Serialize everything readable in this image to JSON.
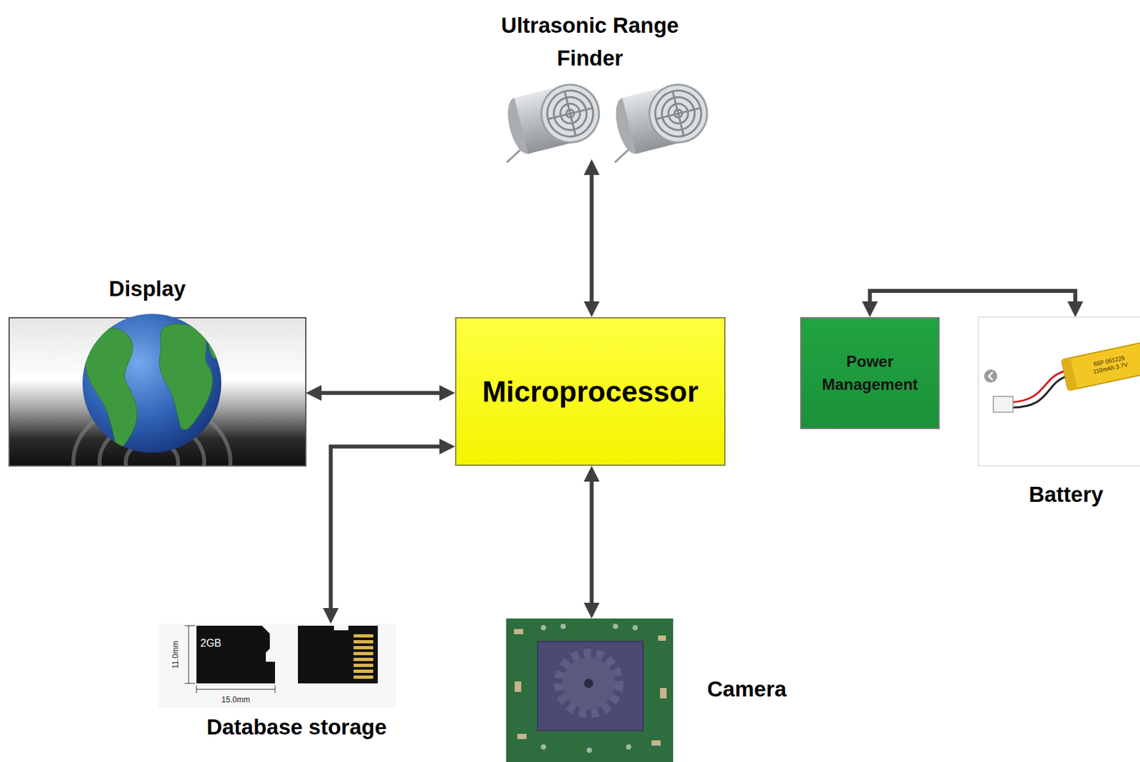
{
  "diagram": {
    "nodes": [
      {
        "text": [
          "Ultrasonic Range Finder"
        ]
      },
      {
        "text": [
          "Display"
        ]
      },
      {
        "text": [
          "Microprocessor"
        ]
      },
      {
        "text": [
          "Power Management"
        ]
      },
      {
        "text": [
          "Battery"
        ]
      },
      {
        "text": [
          "Database storage"
        ]
      },
      {
        "text": [
          "Camera"
        ]
      }
    ],
    "edges": [
      {
        "from": 2,
        "to": 0,
        "arrow": "both"
      },
      {
        "from": 1,
        "to": 2,
        "arrow": "both"
      },
      {
        "from": 2,
        "to": 5,
        "arrow": "both"
      },
      {
        "from": 2,
        "to": 6,
        "arrow": "both"
      },
      {
        "from": 3,
        "to": 4,
        "arrow": "both"
      }
    ],
    "labels": [
      "11.0mm",
      "15.0mm",
      "2GB",
      "65P 061225",
      "110mAh 3.7V"
    ]
  }
}
